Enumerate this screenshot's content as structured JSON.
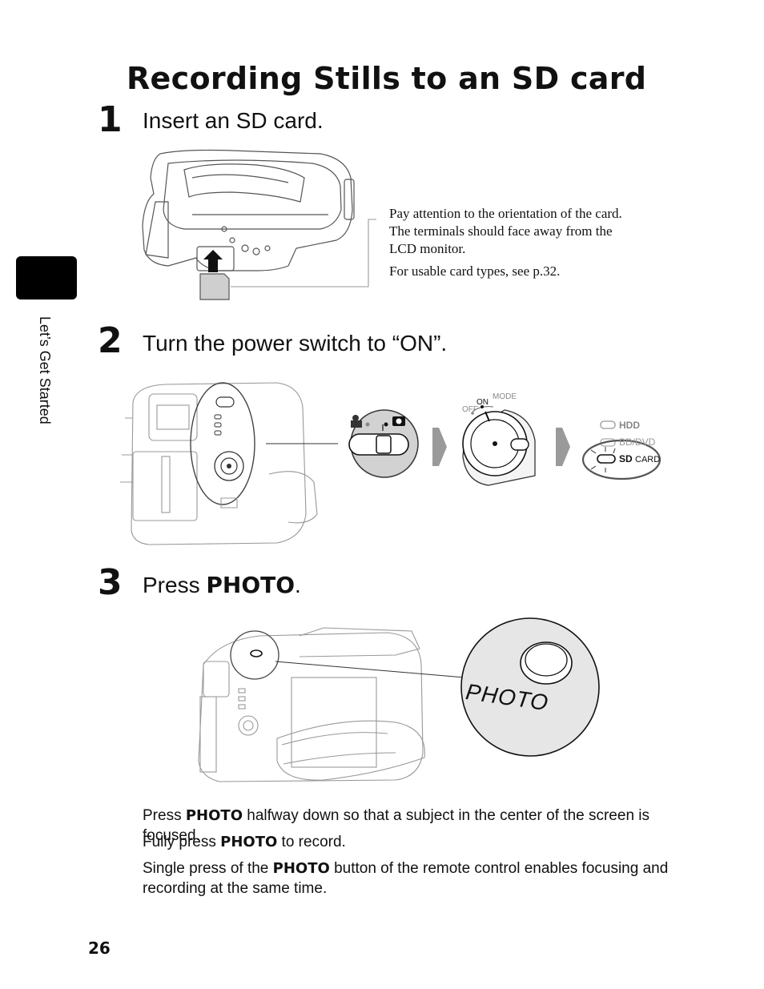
{
  "title": "Recording Stills to an SD card",
  "side_label": "Let’s Get Started",
  "steps": [
    {
      "number": "1",
      "heading": "Insert an SD card."
    },
    {
      "number": "2",
      "heading": "Turn the power switch to “ON”."
    },
    {
      "number": "3",
      "heading_prefix": "Press ",
      "heading_bold": "PHOTO",
      "heading_suffix": "."
    }
  ],
  "callout": {
    "line1": "Pay attention to the orientation of the card.",
    "line2": "The terminals should face away from the",
    "line3": "LCD monitor.",
    "line4": "For usable card types, see p.32."
  },
  "switch_labels": {
    "on": "ON",
    "off": "OFF",
    "mode": "MODE",
    "hdd": "HDD",
    "bddvd": "BD/DVD",
    "sd": "SD",
    "card": "CARD"
  },
  "photo_label": "PHOTO",
  "paragraphs": [
    {
      "a": "Press ",
      "b": "PHOTO",
      "c": " halfway down so that a subject in the center of the screen is focused."
    },
    {
      "a": "Fully press ",
      "b": "PHOTO",
      "c": " to record."
    },
    {
      "a": "Single press of the ",
      "b": "PHOTO",
      "c": " button of the remote control enables focusing and recording at the same time."
    }
  ],
  "page_number": "26",
  "colors": {
    "tab": "#000000",
    "arrow": "#9a9a9a",
    "disc": "#e6e6e6"
  }
}
